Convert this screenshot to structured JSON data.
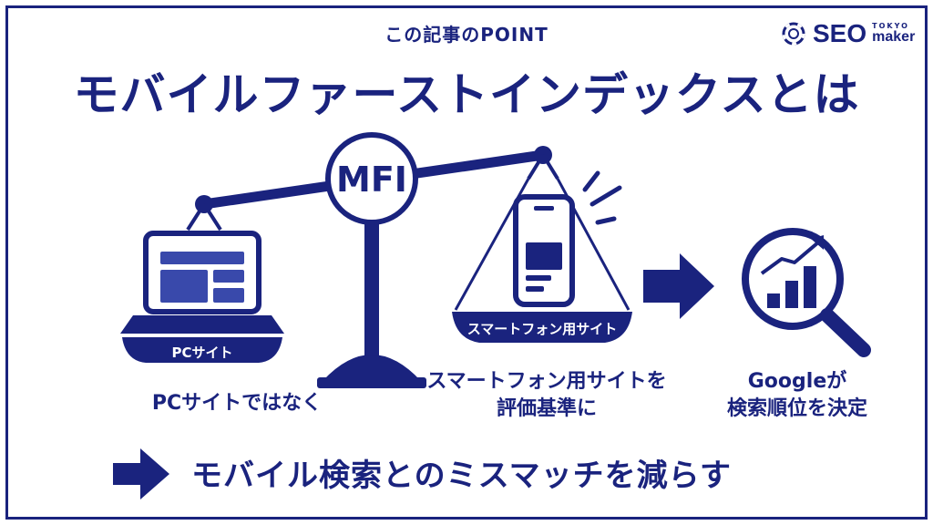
{
  "header": {
    "point_label": "この記事のPOINT",
    "title": "モバイルファーストインデックスとは"
  },
  "logo": {
    "main": "SEO",
    "top": "TOKYO",
    "sub": "maker"
  },
  "balance": {
    "center_label": "MFI",
    "left_pan_label": "PCサイト",
    "right_pan_label": "スマートフォン用サイト"
  },
  "captions": {
    "pc": "PCサイトではなく",
    "sp_line1": "スマートフォン用サイトを",
    "sp_line2": "評価基準に",
    "google_line1": "Googleが",
    "google_line2": "検索順位を決定"
  },
  "conclusion": {
    "text": "モバイル検索とのミスマッチを減らす"
  },
  "colors": {
    "primary": "#1a237e",
    "screen_accent": "#3949ab",
    "background": "#ffffff"
  },
  "icons": [
    "laptop-icon",
    "smartphone-icon",
    "arrow-right-icon",
    "search-growth-icon",
    "balance-scale-icon"
  ]
}
